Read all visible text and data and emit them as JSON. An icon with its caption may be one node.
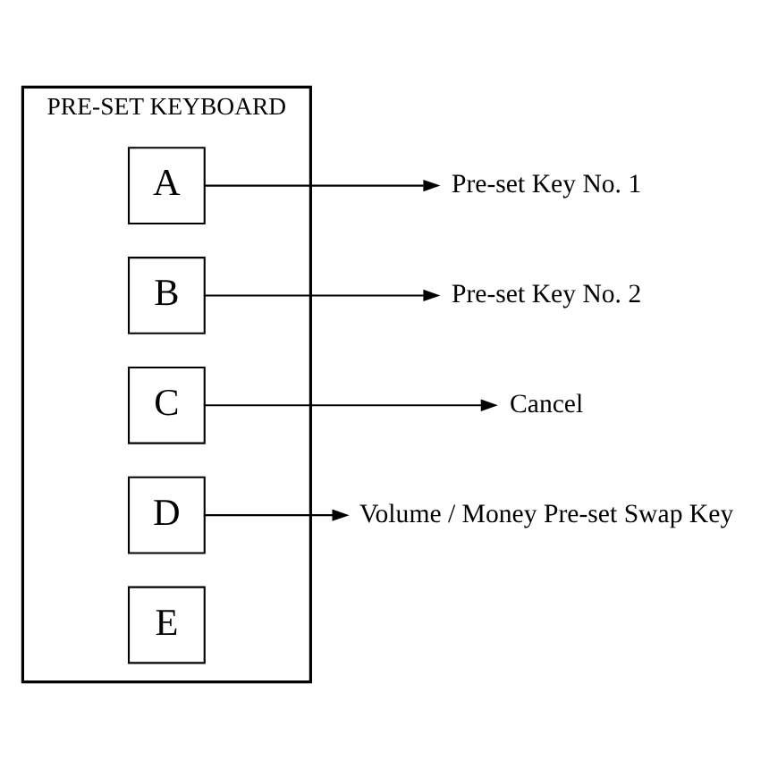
{
  "diagram": {
    "nodes": [
      {
        "text": [
          "PRE-SET KEYBOARD"
        ]
      },
      {
        "text": [
          "A"
        ],
        "in": 0
      },
      {
        "text": [
          "B"
        ],
        "in": 0
      },
      {
        "text": [
          "C"
        ],
        "in": 0
      },
      {
        "text": [
          "D"
        ],
        "in": 0
      },
      {
        "text": [
          "E"
        ],
        "in": 0
      },
      {
        "text": [
          "Pre-set Key No. 1"
        ]
      },
      {
        "text": [
          "Pre-set Key No. 2"
        ]
      },
      {
        "text": [
          "Cancel"
        ]
      },
      {
        "text": [
          "Volume / Money Pre-set Swap Key"
        ]
      }
    ],
    "edges": [
      {
        "from": 1,
        "to": 6,
        "arrow": "to"
      },
      {
        "from": 2,
        "to": 7,
        "arrow": "to"
      },
      {
        "from": 3,
        "to": 8,
        "arrow": "to"
      },
      {
        "from": 4,
        "to": 9,
        "arrow": "to"
      }
    ]
  }
}
